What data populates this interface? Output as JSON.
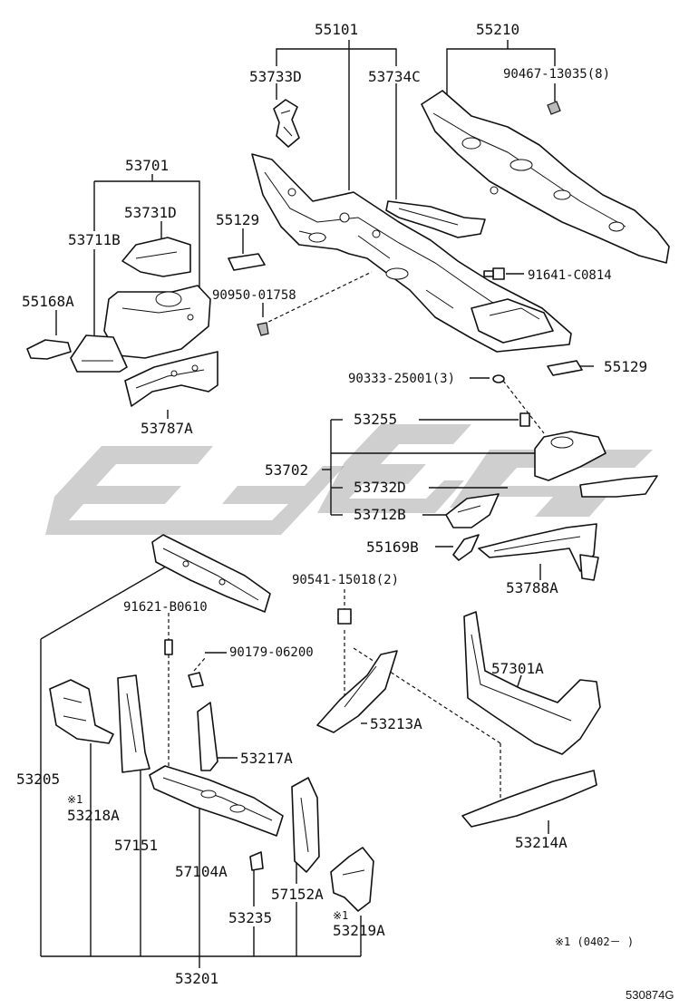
{
  "labels": {
    "p55101": "55101",
    "p55210": "55210",
    "p53733D": "53733D",
    "p53734C": "53734C",
    "p90467": "90467-13035(8)",
    "p53701": "53701",
    "p53731D": "53731D",
    "p53711B": "53711B",
    "p55129a": "55129",
    "p55168A": "55168A",
    "p90950": "90950-01758",
    "p91641": "91641-C0814",
    "p55129b": "55129",
    "p53787A": "53787A",
    "p90333": "90333-25001(3)",
    "p53255": "53255",
    "p53702": "53702",
    "p53732D": "53732D",
    "p53712B": "53712B",
    "p55169B": "55169B",
    "p53788A": "53788A",
    "p90541": "90541-15018(2)",
    "p91621": "91621-B0610",
    "p90179": "90179-06200",
    "p57301A": "57301A",
    "p53213A": "53213A",
    "p53217A": "53217A",
    "p53205": "53205",
    "p53218A": "53218A",
    "p57151": "57151",
    "p57104A": "57104A",
    "p53214A": "53214A",
    "p57152A": "57152A",
    "p53235": "53235",
    "p53219A": "53219A",
    "p53201": "53201"
  },
  "markers": {
    "ref1a": "※1",
    "ref1b": "※1"
  },
  "footnote": "※1 (0402－     )",
  "diagram_code": "530874G"
}
